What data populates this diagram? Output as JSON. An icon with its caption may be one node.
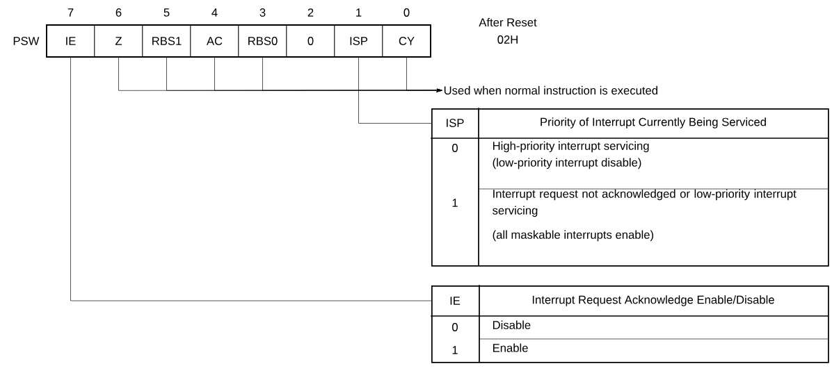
{
  "diagram": {
    "nodes": [
      {
        "text": [
          "IE"
        ]
      },
      {
        "text": [
          "Z"
        ]
      },
      {
        "text": [
          "RBS1"
        ]
      },
      {
        "text": [
          "AC"
        ]
      },
      {
        "text": [
          "RBS0"
        ]
      },
      {
        "text": [
          "0"
        ]
      },
      {
        "text": [
          "ISP"
        ]
      },
      {
        "text": [
          "CY"
        ]
      },
      {
        "text": [
          "Used when normal instruction is executed"
        ]
      },
      {
        "text": [
          "ISP",
          "Priority of Interrupt Currently Being Serviced",
          "0",
          "High-priority interrupt servicing",
          "(low-priority interrupt disable)",
          "1",
          "Interrupt request not acknowledged or low-priority interrupt servicing",
          "(all maskable interrupts enable)"
        ]
      },
      {
        "text": [
          "IE",
          "Interrupt Request Acknowledge Enable/Disable",
          "0",
          "Disable",
          "1",
          "Enable"
        ]
      }
    ],
    "edges": [
      {
        "from": 1,
        "to": 8,
        "arrow": "to"
      },
      {
        "from": 2,
        "to": 8,
        "arrow": "to"
      },
      {
        "from": 3,
        "to": 8,
        "arrow": "to"
      },
      {
        "from": 4,
        "to": 8,
        "arrow": "to"
      },
      {
        "from": 7,
        "to": 8,
        "arrow": "to"
      },
      {
        "from": 6,
        "to": 9,
        "arrow": "none"
      },
      {
        "from": 0,
        "to": 10,
        "arrow": "none"
      }
    ],
    "labels": [
      "7",
      "6",
      "5",
      "4",
      "3",
      "2",
      "1",
      "0",
      "After Reset",
      "PSW",
      "02H"
    ]
  }
}
